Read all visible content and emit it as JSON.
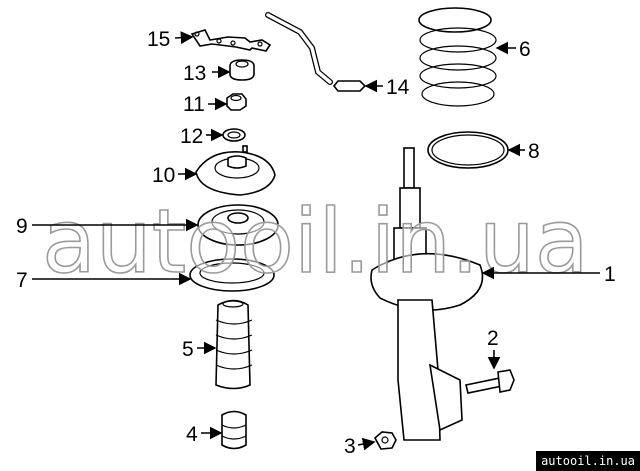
{
  "watermark": "autooil.in.ua",
  "badge": "autooil.in.ua",
  "callouts": {
    "p1": "1",
    "p2": "2",
    "p3": "3",
    "p4": "4",
    "p5": "5",
    "p6": "6",
    "p7": "7",
    "p8": "8",
    "p9": "9",
    "p10": "10",
    "p11": "11",
    "p12": "12",
    "p13": "13",
    "p14": "14",
    "p15": "15"
  }
}
